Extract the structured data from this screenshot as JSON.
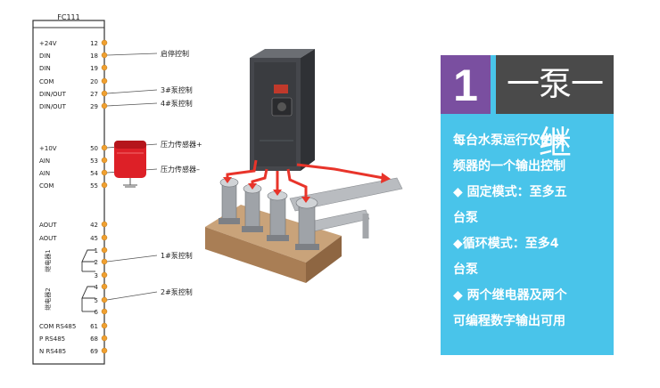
{
  "controller": {
    "model": "FC111",
    "terminals": [
      {
        "name": "+24V",
        "num": "12"
      },
      {
        "name": "DIN",
        "num": "18"
      },
      {
        "name": "DIN",
        "num": "19"
      },
      {
        "name": "COM",
        "num": "20"
      },
      {
        "name": "DIN/OUT",
        "num": "27"
      },
      {
        "name": "DIN/OUT",
        "num": "29"
      },
      {
        "name": "+10V",
        "num": "50"
      },
      {
        "name": "AIN",
        "num": "53"
      },
      {
        "name": "AIN",
        "num": "54"
      },
      {
        "name": "COM",
        "num": "55"
      },
      {
        "name": "AOUT",
        "num": "42"
      },
      {
        "name": "AOUT",
        "num": "45"
      },
      {
        "name": "",
        "num": "1"
      },
      {
        "name": "",
        "num": "2"
      },
      {
        "name": "",
        "num": "3"
      },
      {
        "name": "",
        "num": "4"
      },
      {
        "name": "",
        "num": "5"
      },
      {
        "name": "",
        "num": "6"
      },
      {
        "name": "COM RS485",
        "num": "61"
      },
      {
        "name": "P RS485",
        "num": "68"
      },
      {
        "name": "N RS485",
        "num": "69"
      }
    ],
    "relay1_label": "继电器1",
    "relay2_label": "继电器2"
  },
  "connections": {
    "start_stop": "启停控制",
    "pump3": "3#泵控制",
    "pump4": "4#泵控制",
    "pressure_plus": "压力传感器+",
    "pressure_minus": "压力传感器–",
    "pump1": "1#泵控制",
    "pump2": "2#泵控制"
  },
  "panel": {
    "number": "1",
    "title": "一泵一继",
    "lines": [
      "每台水泵运行仅由变",
      "频器的一个输出控制",
      "◆ 固定模式：至多五",
      "台泵",
      "◆循环模式：至多4",
      "台泵",
      "◆ 两个继电器及两个",
      "可编程数字输出可用"
    ]
  },
  "colors": {
    "terminal_dot": "#f0a030",
    "sensor": "#dd2027",
    "arrow": "#e8342a",
    "panel_bg": "#49c4ea",
    "badge_purple": "#7a4fa0",
    "badge_dark": "#4a4a4a"
  }
}
